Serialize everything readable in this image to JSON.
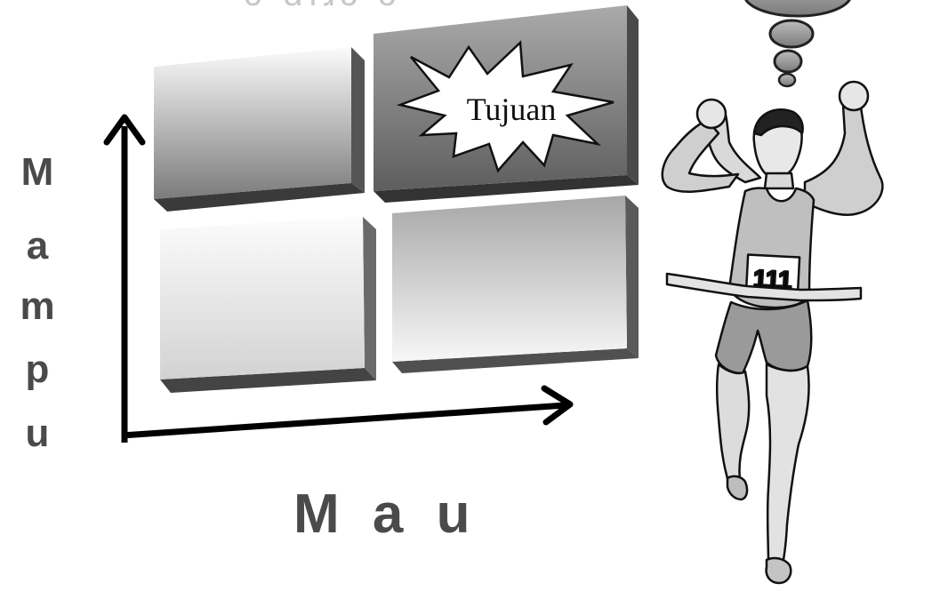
{
  "diagram": {
    "goal_label": "Tujuan",
    "y_axis_letters": [
      "M",
      "a",
      "m",
      "p",
      "u"
    ],
    "x_axis_label": "M a u",
    "runner_bib": "111"
  },
  "colors": {
    "text": "#4a4a4a",
    "arrow": "#000000",
    "box_dark": "#6e6e6e",
    "box_light": "#f2f2f2"
  }
}
